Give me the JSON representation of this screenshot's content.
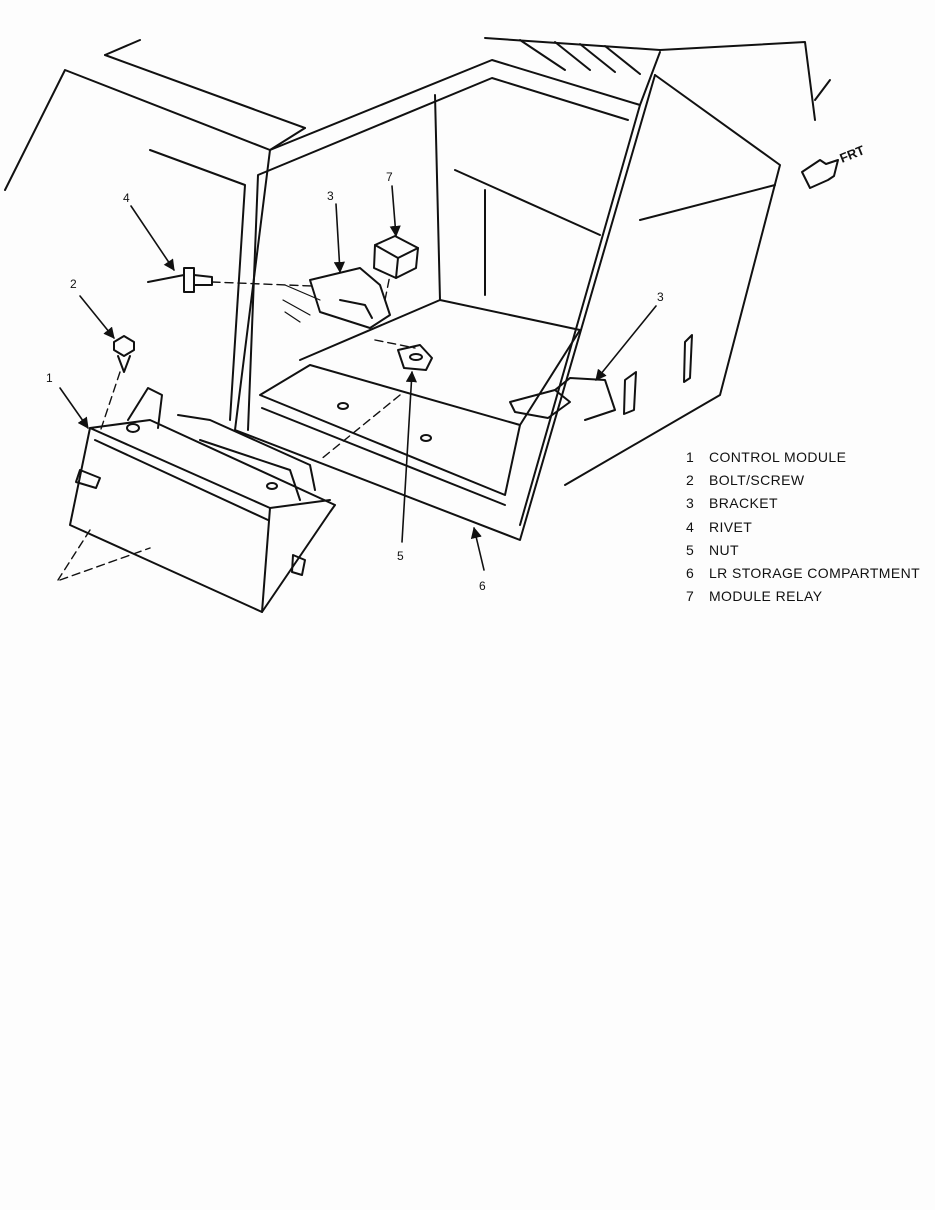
{
  "direction_label": "FRT",
  "callouts": {
    "c1": "1",
    "c2": "2",
    "c3a": "3",
    "c3b": "3",
    "c4": "4",
    "c5": "5",
    "c6": "6",
    "c7": "7"
  },
  "legend": [
    {
      "number": "1",
      "label": "CONTROL MODULE"
    },
    {
      "number": "2",
      "label": "BOLT/SCREW"
    },
    {
      "number": "3",
      "label": "BRACKET"
    },
    {
      "number": "4",
      "label": "RIVET"
    },
    {
      "number": "5",
      "label": "NUT"
    },
    {
      "number": "6",
      "label": "LR STORAGE COMPARTMENT"
    },
    {
      "number": "7",
      "label": "MODULE RELAY"
    }
  ]
}
